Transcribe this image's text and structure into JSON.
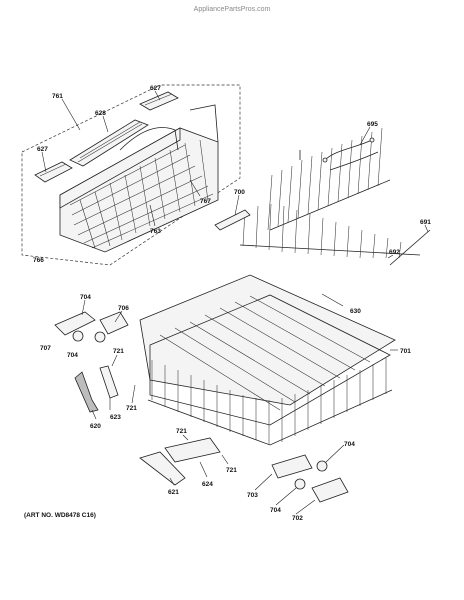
{
  "watermark": "AppliancePartsPros.com",
  "art_number": "(ART NO. WD8478 C16)",
  "parts": {
    "p761": "761",
    "p628": "628",
    "p627a": "627",
    "p627b": "627",
    "p767": "767",
    "p763": "763",
    "p766": "766",
    "p695": "695",
    "p700": "700",
    "p691": "691",
    "p692": "692",
    "p704a": "704",
    "p706": "706",
    "p707": "707",
    "p704b": "704",
    "p630": "630",
    "p701": "701",
    "p721a": "721",
    "p623": "623",
    "p721b": "721",
    "p620": "620",
    "p721c": "721",
    "p721d": "721",
    "p624": "624",
    "p621": "621",
    "p704c": "704",
    "p703": "703",
    "p704d": "704",
    "p702": "702"
  }
}
